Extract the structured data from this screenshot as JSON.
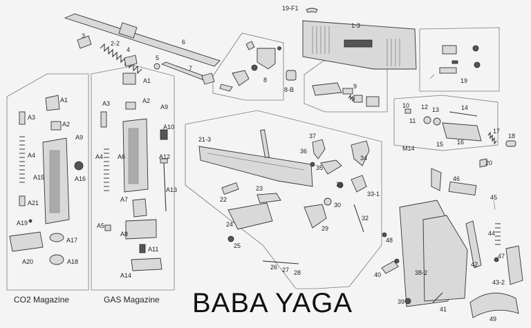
{
  "title": "BABA YAGA",
  "captions": {
    "co2": "CO2 Magazine",
    "gas": "GAS Magazine"
  },
  "labels": {
    "p19F1": "19-F1",
    "p1_3": "1-3",
    "p3": "3",
    "p2_2": "2-2",
    "p4": "4",
    "p5": "5",
    "p6": "6",
    "p7": "7",
    "p8": "8",
    "p8B": "8-B",
    "p9": "9",
    "p19": "19",
    "p10": "10",
    "p11": "11",
    "p12": "12",
    "p13": "13",
    "p14": "14",
    "p15": "15",
    "p16": "16",
    "p17": "17",
    "p18": "18",
    "pM14": "M14",
    "p20": "20",
    "p21_3": "21-3",
    "p37": "37",
    "p36": "36",
    "p35": "35",
    "p34": "34",
    "p31": "31",
    "p33_1": "33-1",
    "p22": "22",
    "p23": "23",
    "p30": "30",
    "p32": "32",
    "p24": "24",
    "p29": "29",
    "p25": "25",
    "p26": "26",
    "p27": "27",
    "p28": "28",
    "p46": "46",
    "p45": "45",
    "p44": "44",
    "p48": "48",
    "p47": "47",
    "p42": "42",
    "p40": "40",
    "p38_2": "38-2",
    "p43_2": "43-2",
    "p39": "39",
    "p41": "41",
    "p49": "49",
    "A1": "A1",
    "A2": "A2",
    "A3": "A3",
    "A4": "A4",
    "A5": "A5",
    "A6": "A6",
    "A7": "A7",
    "A8": "A8",
    "A9": "A9",
    "A10": "A10",
    "A11": "A11",
    "A12": "A12",
    "A13": "A13",
    "A14": "A14",
    "A15": "A15",
    "A16": "A16",
    "A17": "A17",
    "A18": "A18",
    "A19": "A19",
    "A20": "A20",
    "A21": "A21"
  }
}
